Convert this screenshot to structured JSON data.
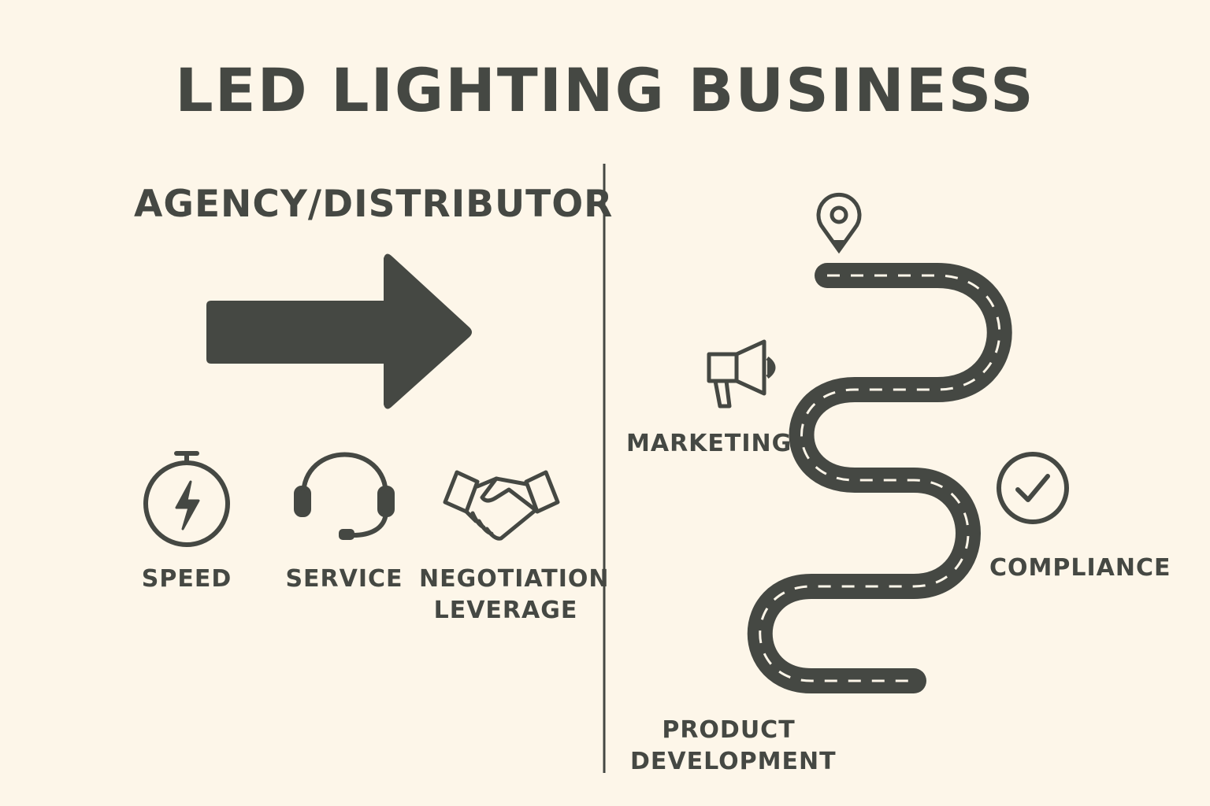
{
  "title": "LED LIGHTING BUSINESS",
  "left": {
    "heading": "AGENCY/DISTRIBUTOR",
    "benefits": [
      {
        "label": "SPEED",
        "icon": "stopwatch-lightning-icon"
      },
      {
        "label": "SERVICE",
        "icon": "headset-icon"
      },
      {
        "label_line1": "NEGOTIATION",
        "label_line2": "LEVERAGE",
        "icon": "handshake-icon"
      }
    ]
  },
  "right": {
    "stages": [
      {
        "label": "MARKETING",
        "icon": "megaphone-icon"
      },
      {
        "label": "COMPLIANCE",
        "icon": "check-circle-icon"
      },
      {
        "label_line1": "PRODUCT",
        "label_line2": "DEVELOPMENT"
      }
    ]
  },
  "colors": {
    "background": "#fdf6e9",
    "ink": "#454843"
  }
}
